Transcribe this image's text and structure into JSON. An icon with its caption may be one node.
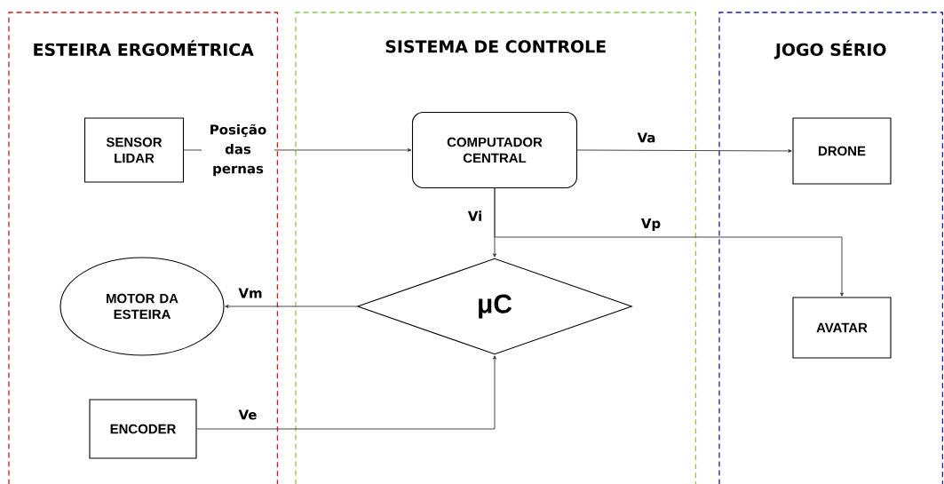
{
  "diagram": {
    "nodes": [
      {
        "text": [
          "ESTEIRA ERGOMÉTRICA"
        ]
      },
      {
        "text": [
          "SISTEMA DE CONTROLE"
        ]
      },
      {
        "text": [
          "JOGO SÉRIO"
        ]
      },
      {
        "text": [
          "SENSOR LIDAR"
        ],
        "in": 0
      },
      {
        "text": [
          "COMPUTADOR CENTRAL"
        ],
        "in": 1
      },
      {
        "text": [
          "DRONE"
        ],
        "in": 2
      },
      {
        "text": [
          "MOTOR DA ESTEIRA"
        ],
        "in": 0
      },
      {
        "text": [
          "μC"
        ],
        "in": 1
      },
      {
        "text": [
          "AVATAR"
        ],
        "in": 2
      },
      {
        "text": [
          "ENCODER"
        ],
        "in": 0
      }
    ],
    "edges": [
      {
        "from": 3,
        "to": 4,
        "arrow": "to",
        "label": "Posição das pernas"
      },
      {
        "from": 4,
        "to": 5,
        "arrow": "to",
        "label": "Va"
      },
      {
        "from": 4,
        "to": 7,
        "arrow": "to",
        "label": "Vi"
      },
      {
        "from": 4,
        "to": 8,
        "arrow": "to",
        "label": "Vp"
      },
      {
        "from": 7,
        "to": 6,
        "arrow": "to",
        "label": "Vm"
      },
      {
        "from": 9,
        "to": 7,
        "arrow": "to",
        "label": "Ve"
      }
    ]
  }
}
